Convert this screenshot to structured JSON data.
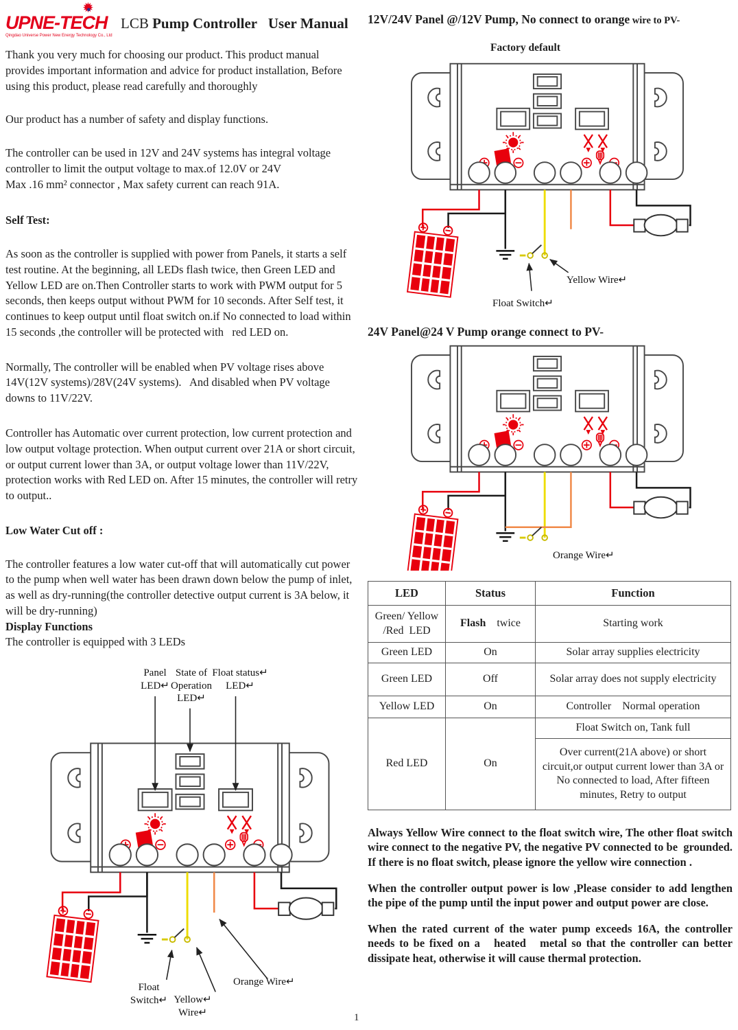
{
  "header": {
    "logo_text": "UPNE-TECH",
    "logo_tagline": "Qingdao Universe Power New Energy Technology Co., Ltd",
    "title_prefix": "LCB",
    "title_main": "Pump Controller   User Manual"
  },
  "left": {
    "p1": "Thank you very much for choosing our product. This product manual provides important information and advice for product installation, Before using this product, please read carefully and thoroughly",
    "p2": "Our product has a number of safety and display functions.",
    "p3": "The controller can be used in 12V and 24V systems has integral voltage controller to limit the output voltage to max.of 12.0V or 24V\nMax .16 mm² connector , Max safety current can reach 91A.",
    "self_test_heading": "Self Test:",
    "self_test_body": "As soon as the controller is supplied with power from Panels, it starts a self test routine. At the beginning, all LEDs flash twice, then Green LED and Yellow LED are on.Then Controller starts to work with PWM output for 5 seconds, then keeps output without PWM for 10 seconds. After Self test, it continues to keep output until float switch on.if No connected to load within 15 seconds ,the controller will be protected with   red LED on.",
    "normally_body": "Normally, The controller will be enabled when PV voltage rises above 14V(12V systems)/28V(24V systems).   And disabled when PV voltage downs to 11V/22V.",
    "protection_body": "Controller has Automatic over current protection, low current protection and low output voltage protection. When output current over 21A or short circuit, or output current lower than 3A, or output voltage lower than 11V/22V, protection works with Red LED on. After 15 minutes, the controller will retry to output..",
    "low_water_heading": "Low Water Cut off :",
    "low_water_body": "The controller features a low water cut-off that will automatically cut power to the pump when well water has been drawn down below the pump of inlet, as well as dry-running(the controller detective output current is 3A below, it will be dry-running)",
    "display_heading": "Display Functions",
    "display_body": "The controller is equipped with 3 LEDs",
    "diagram_labels": {
      "panel_led": "Panel\nLED↵",
      "state_led": "State of\nOperation\nLED↵",
      "float_status_led": "Float status↵\nLED↵",
      "float_switch": "Float\nSwitch↵",
      "yellow_wire": "Yellow↵\nWire↵",
      "orange_wire": "Orange Wire↵"
    }
  },
  "right": {
    "h1_main": "12V/24V Panel @/12V Pump, No connect to orange",
    "h1_tail": " wire to PV-",
    "factory_default": "Factory default",
    "diagram_a_labels": {
      "yellow_wire": "Yellow Wire↵",
      "float_switch": "Float Switch↵"
    },
    "h2": "24V Panel@24 V Pump orange connect to PV-",
    "diagram_b_labels": {
      "orange_wire": "Orange Wire↵"
    }
  },
  "table": {
    "headers": [
      "LED",
      "Status",
      "Function"
    ],
    "rows": [
      {
        "led": "Green/ Yellow /Red  LED",
        "status_bold": "Flash",
        "status_rest": "twice",
        "function": "Starting work"
      },
      {
        "led": "Green LED",
        "status": "On",
        "function": "Solar array supplies electricity"
      },
      {
        "led": "Green LED",
        "status": "Off",
        "function": "Solar array does not supply electricity"
      },
      {
        "led": "Yellow LED",
        "status": "On",
        "function": "Controller    Normal operation"
      },
      {
        "led": "Red LED",
        "status": "On",
        "function_a": "Float Switch on, Tank full",
        "function_b": "Over current(21A above) or short circuit,or output current lower than 3A or No connected to load, After fifteen minutes, Retry to output"
      }
    ]
  },
  "notes": {
    "n1": "Always Yellow Wire connect to the float switch wire, The other float switch wire connect to the negative PV, the negative PV connected to be  grounded. If there is no float switch, please ignore the yellow wire connection .",
    "n2": "When the controller output power is low ,Please consider to add lengthen the pipe of the pump until the input power and output power are close.",
    "n3": "When the rated current of the water pump exceeds 16A, the controller needs to be fixed on a   heated   metal so that the controller can better dissipate heat, otherwise it will cause thermal protection."
  },
  "footer": {
    "page_number": "1"
  },
  "colors": {
    "logo_red": "#e3001b",
    "diagram_red": "#e8000d",
    "wire_yellow": "#eedd00",
    "wire_orange": "#f08948",
    "wire_black": "#1a1a1a"
  }
}
